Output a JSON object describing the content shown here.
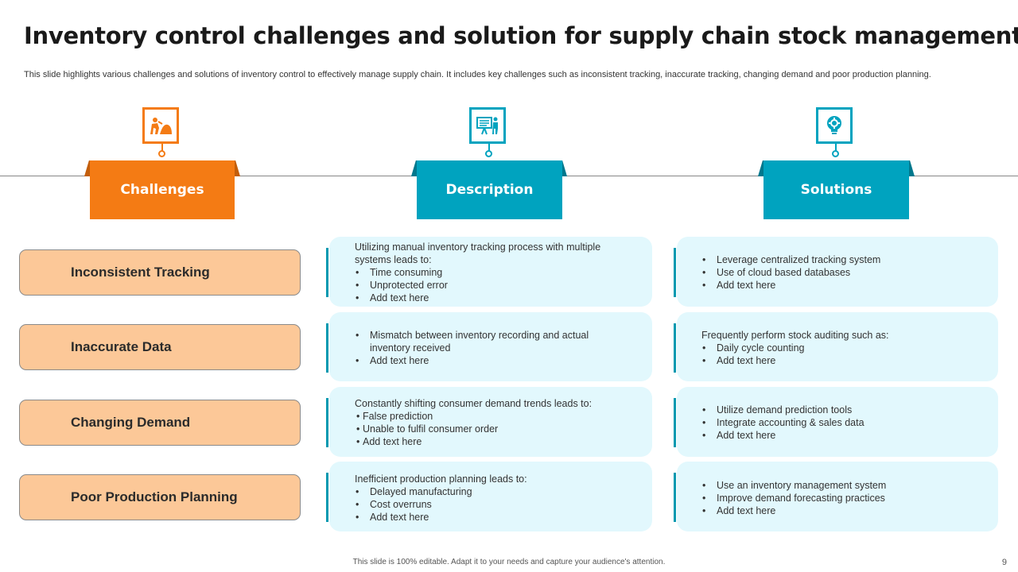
{
  "title": "Inventory control challenges and solution for supply chain stock management",
  "subtitle": "This slide highlights various challenges and solutions of inventory control to  effectively manage supply chain. It includes key challenges such as inconsistent tracking, inaccurate tracking, changing demand and poor production planning.",
  "colors": {
    "orange": "#f47b14",
    "teal": "#00a3bf",
    "peach": "#fcc898",
    "card": "#e2f8fd"
  },
  "headers": {
    "challenges": {
      "label": "Challenges",
      "icon": "worker-icon"
    },
    "description": {
      "label": "Description",
      "icon": "presentation-icon"
    },
    "solutions": {
      "label": "Solutions",
      "icon": "lightbulb-gear-icon"
    }
  },
  "rows": [
    {
      "challenge": "Inconsistent Tracking",
      "description": {
        "intro": "Utilizing manual inventory  tracking process with multiple systems leads to:",
        "bullets": [
          "Time consuming",
          "Unprotected  error",
          "Add text here"
        ]
      },
      "solution": {
        "intro": "",
        "bullets": [
          "Leverage  centralized tracking system",
          "Use of cloud based databases",
          "Add text here"
        ]
      }
    },
    {
      "challenge": "Inaccurate Data",
      "description": {
        "intro": "",
        "bullets": [
          "Mismatch between inventory recording and actual inventory received",
          "Add text here"
        ]
      },
      "solution": {
        "intro": "Frequently perform  stock auditing such as:",
        "bullets": [
          "Daily cycle counting",
          "Add text here"
        ]
      }
    },
    {
      "challenge": "Changing Demand",
      "description": {
        "intro": "Constantly shifting consumer demand trends leads to:",
        "bullets": [
          "False prediction",
          "Unable  to fulfil  consumer order",
          "Add text here"
        ]
      },
      "solution": {
        "intro": "",
        "bullets": [
          "Utilize demand prediction tools",
          "Integrate  accounting & sales data",
          "Add text here"
        ]
      }
    },
    {
      "challenge": "Poor Production Planning",
      "description": {
        "intro": "Inefficient  production  planning leads to:",
        "bullets": [
          "Delayed  manufacturing",
          "Cost overruns",
          "Add text here"
        ]
      },
      "solution": {
        "intro": "",
        "bullets": [
          "Use an inventory management system",
          "Improve  demand forecasting practices",
          "Add text here"
        ]
      }
    }
  ],
  "footer": "This slide is 100% editable.  Adapt it to your needs and capture your audience's attention.",
  "page_number": "9"
}
